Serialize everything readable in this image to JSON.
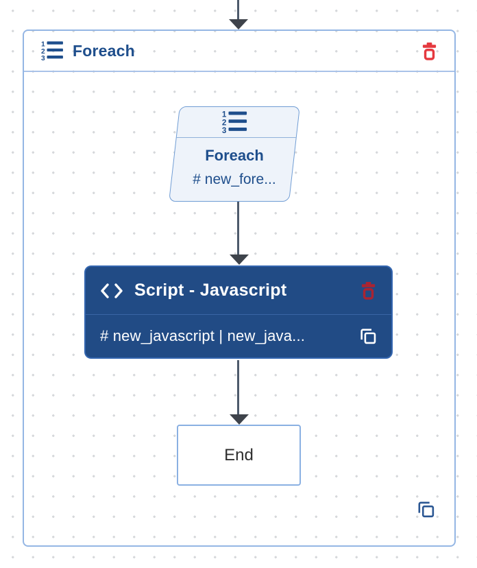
{
  "container": {
    "title": "Foreach"
  },
  "list_icon_digits": [
    "1",
    "2",
    "3"
  ],
  "nodes": {
    "foreach": {
      "title": "Foreach",
      "subtitle": "# new_fore..."
    },
    "script": {
      "title": "Script - Javascript",
      "subtitle": "# new_javascript | new_java..."
    },
    "end": {
      "label": "End"
    }
  },
  "icons": {
    "container_header": "numbered-list-icon",
    "container_delete": "trash-icon",
    "foreach_node": "numbered-list-icon",
    "script_node": "code-icon",
    "script_delete": "trash-icon",
    "script_copy": "copy-icon",
    "container_copy": "copy-icon"
  },
  "colors": {
    "primary_blue": "#1e4e8c",
    "container_border": "#94b6e4",
    "light_node_bg": "#eef3fa",
    "light_node_border": "#6f9cd4",
    "selected_node_bg": "#214b85",
    "selected_node_border": "#3466b0",
    "delete_red": "#e5393f",
    "delete_red_dark": "#a92432",
    "arrow_line": "#4d5a6b",
    "arrowhead": "#3e434b",
    "end_border": "#8ab0e2",
    "dot_grid": "#d6d8db"
  }
}
